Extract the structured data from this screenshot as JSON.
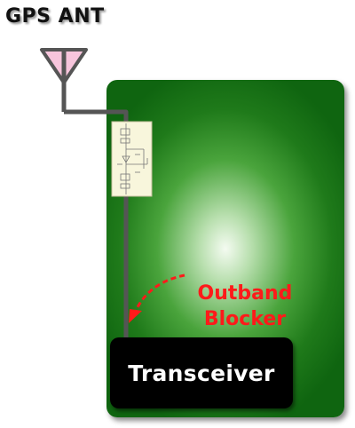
{
  "title": "GPS ANT",
  "blocker": {
    "line1": "Outband",
    "line2": "Blocker"
  },
  "transceiver": {
    "label": "Transceiver"
  },
  "colors": {
    "board_green": "#1f7a1a",
    "antenna_fill": "#f7c5dc",
    "blocker_red": "#ff1a1a",
    "trace_gray": "#555555",
    "filter_module_bg": "#f8f6dc"
  }
}
